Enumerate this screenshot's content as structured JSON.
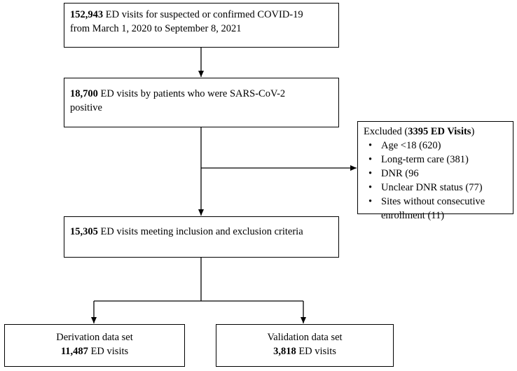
{
  "total_box": {
    "count": "152,943",
    "line1_rest": " ED visits for suspected or confirmed COVID-19",
    "line2": "from  March 1, 2020 to September 8, 2021"
  },
  "positive_box": {
    "count": "18,700",
    "line1_rest": " ED visits by patients who were SARS-CoV-2",
    "line2": "positive"
  },
  "excluded_box": {
    "prefix": "Excluded (",
    "count": "3395 ED Visits",
    "suffix": ")",
    "items": [
      {
        "line1": "Age <18 (620)"
      },
      {
        "line1": "Long-term care (381)"
      },
      {
        "line1": "DNR (96"
      },
      {
        "line1": "Unclear DNR status (77)"
      },
      {
        "line1": "Sites without consecutive",
        "line2": "enrollment (11)"
      }
    ]
  },
  "included_box": {
    "count": "15,305",
    "line1_rest": " ED visits meeting inclusion and exclusion criteria"
  },
  "derivation_box": {
    "title": "Derivation data set",
    "count": "11,487",
    "rest": " ED visits"
  },
  "validation_box": {
    "title": "Validation data set",
    "count": "3,818",
    "rest": " ED visits"
  }
}
